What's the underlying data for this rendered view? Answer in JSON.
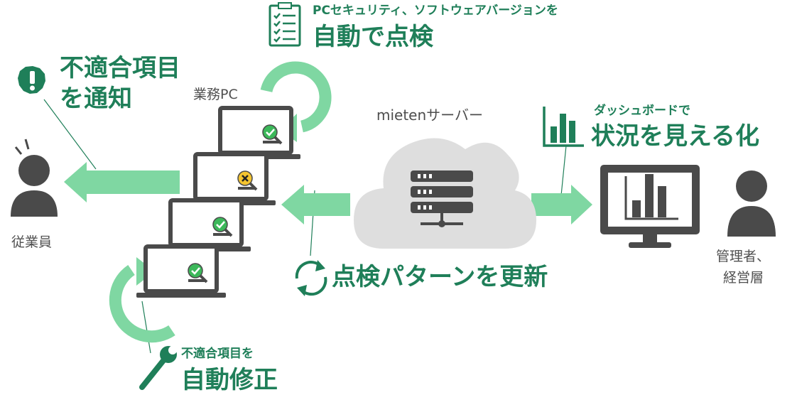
{
  "top_callout": {
    "subtitle": "PCセキュリティ、ソフトウェアバージョンを",
    "title": "自動で点検",
    "icon": "checklist-icon"
  },
  "left_callout": {
    "title_line1": "不適合項目",
    "title_line2": "を通知",
    "icon": "alert-badge-icon"
  },
  "bottom_callout": {
    "subtitle": "不適合項目を",
    "title": "自動修正",
    "icon": "wrench-icon"
  },
  "center_callout": {
    "title": "点検パターンを更新",
    "icon": "refresh-icon"
  },
  "right_callout": {
    "subtitle": "ダッシュボードで",
    "title": "状況を見える化",
    "icon": "bar-chart-icon"
  },
  "labels": {
    "business_pc": "業務PC",
    "server": "mietenサーバー",
    "employee": "従業員",
    "manager_line1": "管理者、",
    "manager_line2": "経営層"
  },
  "laptops": [
    {
      "status": "ok"
    },
    {
      "status": "ng"
    },
    {
      "status": "ok"
    },
    {
      "status": "ok"
    }
  ],
  "colors": {
    "accent_green": "#1f7f59",
    "arrow_green": "#7fd7a2",
    "device_gray": "#4a4a4a",
    "cloud_gray": "#dedede",
    "ok_green": "#3cb85a",
    "ng_yellow": "#f4c430"
  }
}
